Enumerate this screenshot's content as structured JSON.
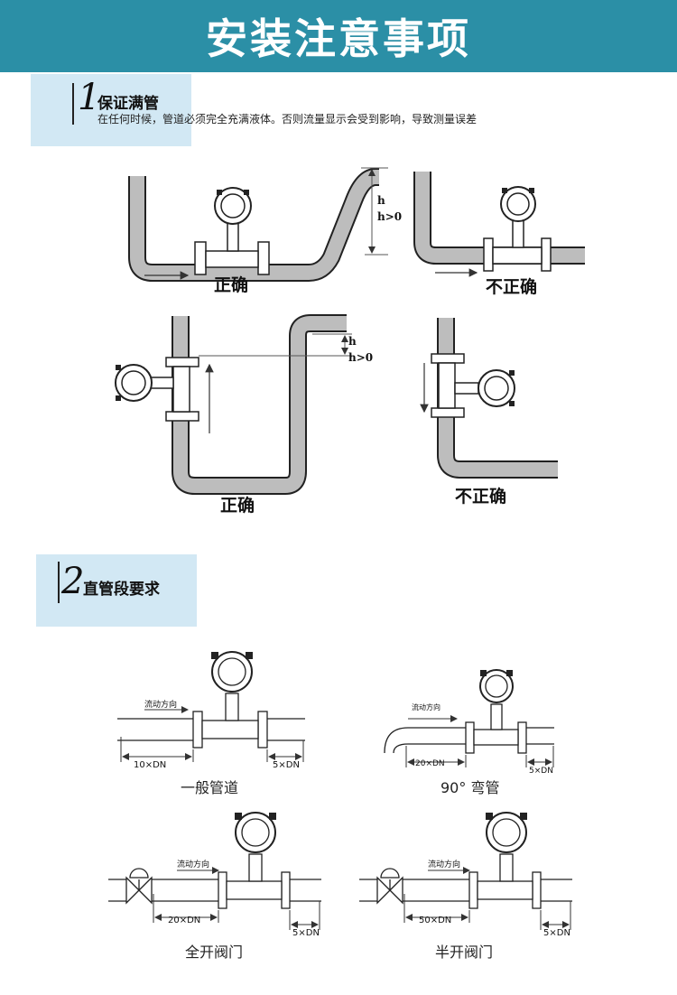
{
  "header": {
    "title": "安装注意事项"
  },
  "section1": {
    "number": "1",
    "title": "保证满管",
    "desc": "在任何时候，管道必须完全充满液体。否则流量显示会受到影响，导致测量误差",
    "labels": {
      "correct_1": "正确",
      "incorrect_1": "不正确",
      "correct_2": "正确",
      "incorrect_2": "不正确",
      "h": "h",
      "h_gt_0": "h>0"
    }
  },
  "section2": {
    "number": "2",
    "title": "直管段要求",
    "flow_direction": "流动方向",
    "dims": {
      "d10": "10×DN",
      "d20": "20×DN",
      "d50": "50×DN",
      "d5": "5×DN"
    },
    "captions": {
      "general": "一般管道",
      "elbow": "90°  弯管",
      "full_valve": "全开阀门",
      "half_valve": "半开阀门"
    }
  },
  "colors": {
    "header_bg": "#2b8fa6",
    "section_bg": "#d2e8f4",
    "pipe_fill": "#bdbdbd"
  }
}
